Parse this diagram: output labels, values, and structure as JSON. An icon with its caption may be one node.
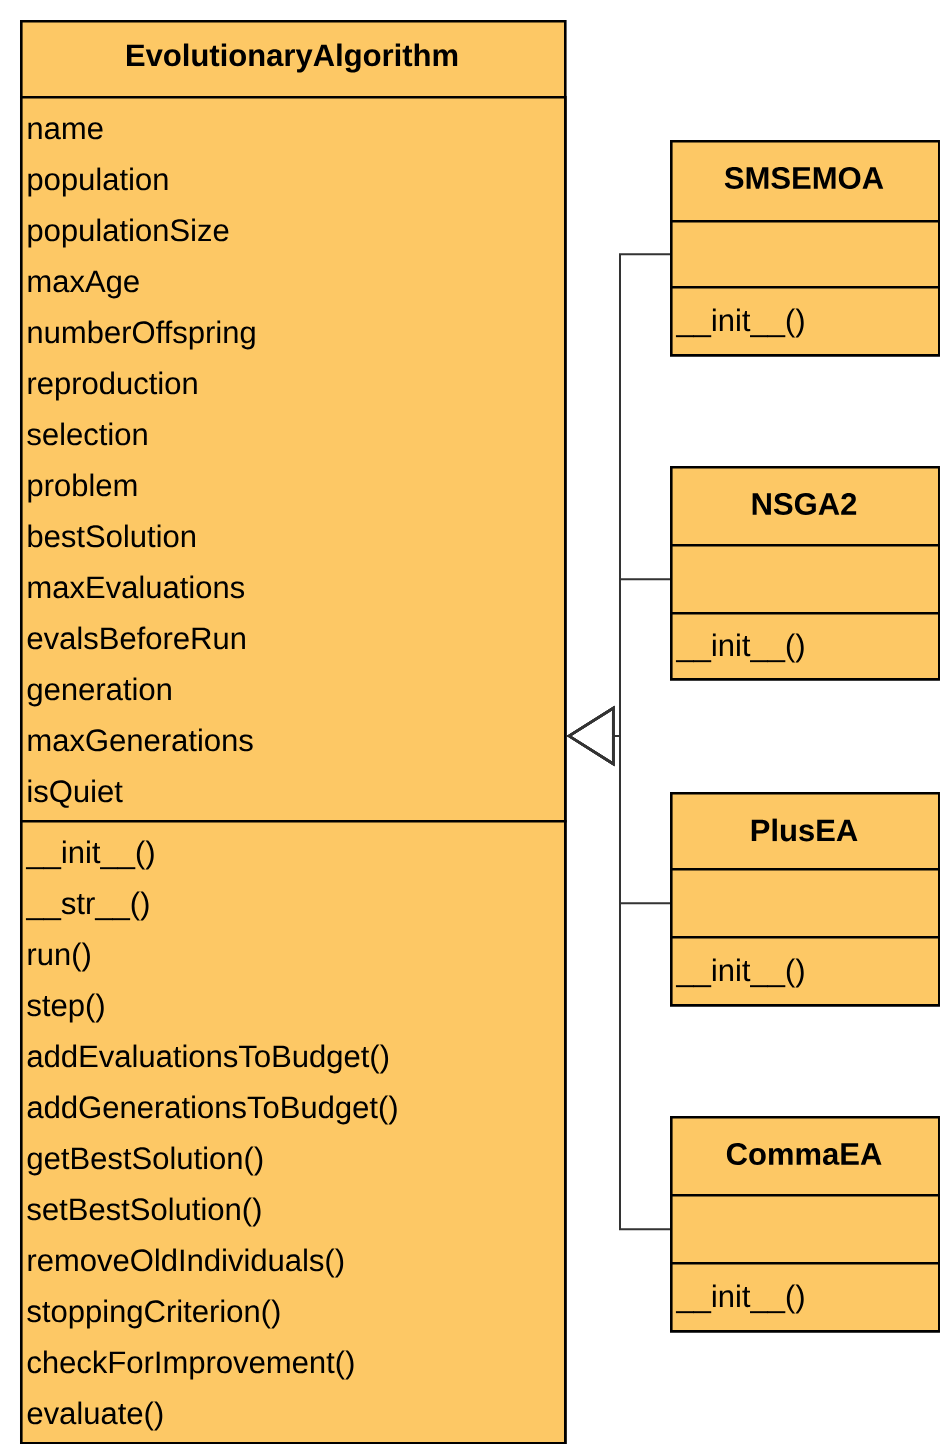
{
  "diagram": {
    "nodes": [
      {
        "text": [
          "EvolutionaryAlgorithm"
        ]
      },
      {
        "text": [
          "name",
          "population",
          "populationSize",
          "maxAge",
          "numberOffspring",
          "reproduction",
          "selection",
          "problem",
          "bestSolution",
          "maxEvaluations",
          "evalsBeforeRun",
          "generation",
          "maxGenerations",
          "isQuiet"
        ],
        "in": 0
      },
      {
        "text": [
          "__init__()",
          "__str__()",
          "run()",
          "step()",
          "addEvaluationsToBudget()",
          "addGenerationsToBudget()",
          "getBestSolution()",
          "setBestSolution()",
          "removeOldIndividuals()",
          "stoppingCriterion()",
          "checkForImprovement()",
          "evaluate()"
        ],
        "in": 0
      },
      {
        "text": [
          "SMSEMOA"
        ]
      },
      {
        "text": [],
        "shape": "box",
        "in": 3
      },
      {
        "text": [
          "__init__()"
        ],
        "in": 3
      },
      {
        "text": [
          "NSGA2"
        ]
      },
      {
        "text": [],
        "shape": "box",
        "in": 6
      },
      {
        "text": [
          "__init__()"
        ],
        "in": 6
      },
      {
        "text": [
          "PlusEA"
        ]
      },
      {
        "text": [],
        "shape": "box",
        "in": 9
      },
      {
        "text": [
          "__init__()"
        ],
        "in": 9
      },
      {
        "text": [
          "CommaEA"
        ]
      },
      {
        "text": [],
        "shape": "box",
        "in": 12
      },
      {
        "text": [
          "__init__()"
        ],
        "in": 12
      }
    ],
    "edges": [
      {
        "from": 3,
        "to": 0,
        "arrow": "to"
      },
      {
        "from": 6,
        "to": 0,
        "arrow": "to"
      },
      {
        "from": 9,
        "to": 0,
        "arrow": "to"
      },
      {
        "from": 12,
        "to": 0,
        "arrow": "to"
      }
    ]
  }
}
